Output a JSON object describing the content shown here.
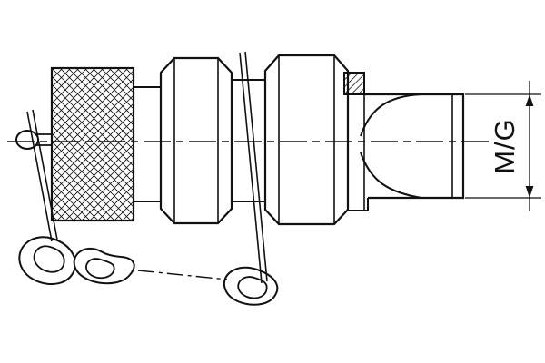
{
  "drawing": {
    "type": "technical-line-drawing",
    "subject": "hydraulic test point coupling with dust cap lanyard",
    "dimension_label": "M/G"
  },
  "colors": {
    "line": "#111111",
    "background": "#ffffff"
  }
}
